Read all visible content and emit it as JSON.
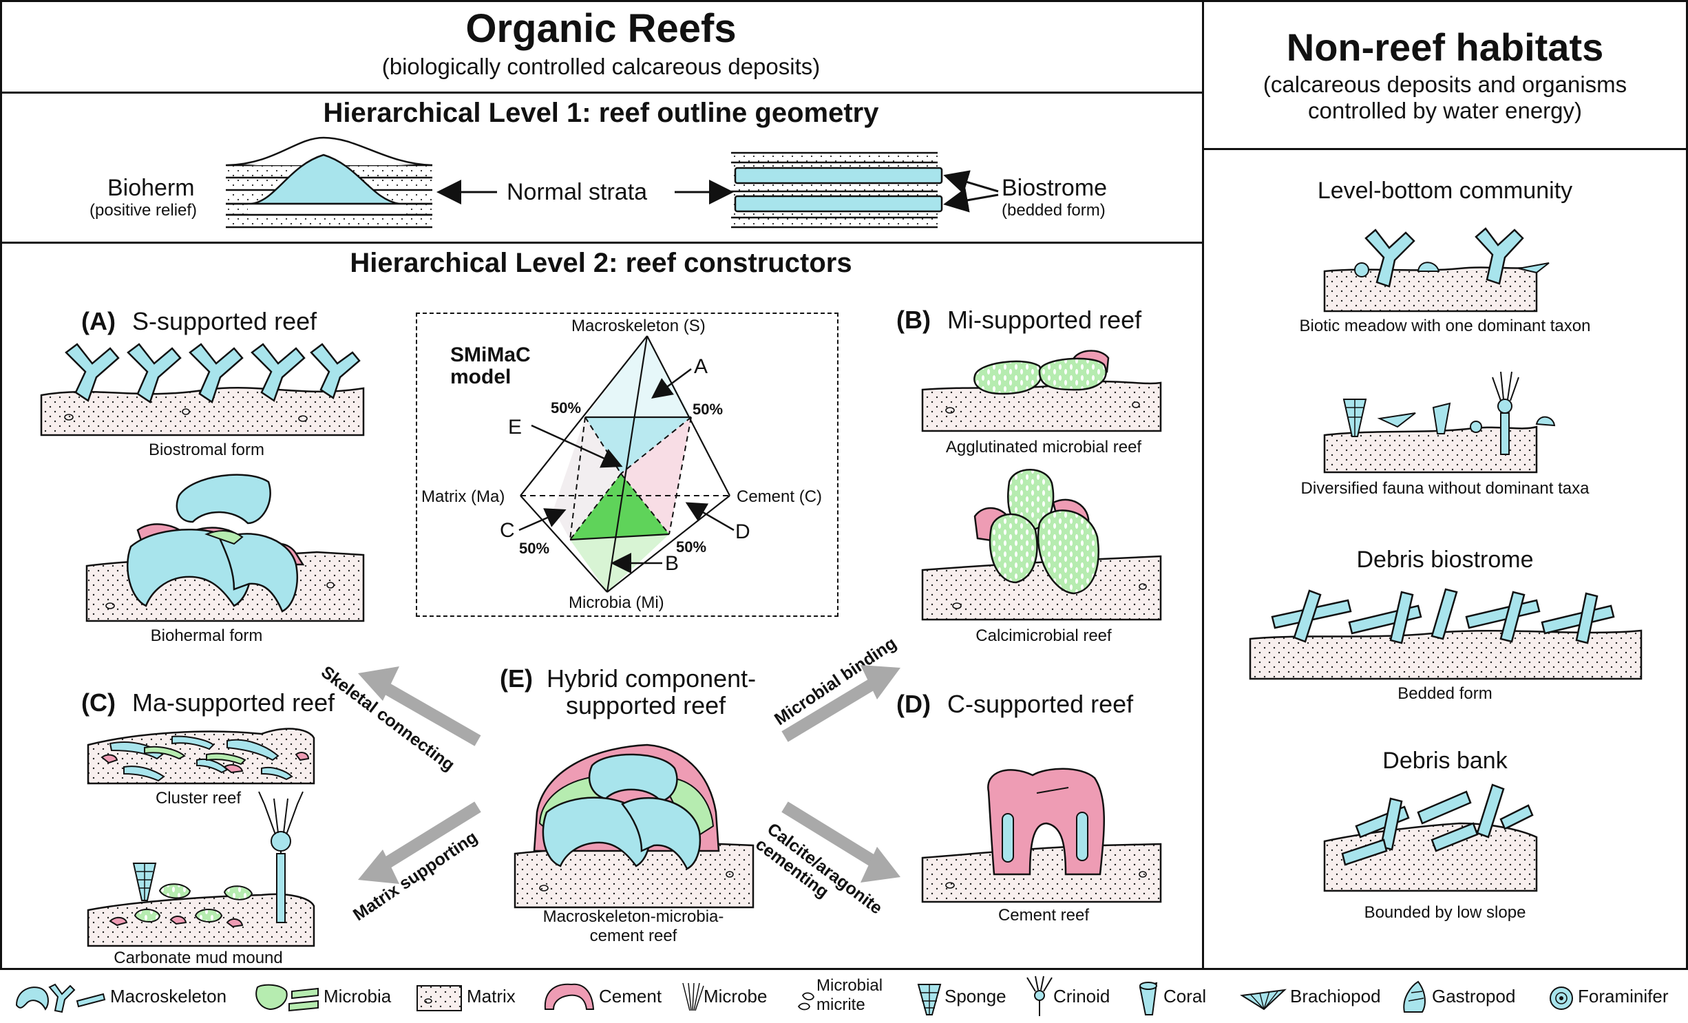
{
  "left_panel": {
    "title": "Organic Reefs",
    "subtitle": "(biologically controlled calcareous deposits)"
  },
  "level1": {
    "heading": "Hierarchical Level 1: reef outline geometry",
    "bioherm": "Bioherm",
    "bioherm_note": "(positive relief)",
    "normal_strata": "Normal strata",
    "biostrome": "Biostrome",
    "biostrome_note": "(bedded form)"
  },
  "level2": {
    "heading": "Hierarchical Level 2: reef constructors",
    "A": {
      "letter": "(A)",
      "title": "S-supported reef",
      "cap1": "Biostromal form",
      "cap2": "Biohermal form"
    },
    "B": {
      "letter": "(B)",
      "title": "Mi-supported reef",
      "cap1": "Agglutinated microbial reef",
      "cap2": "Calcimicrobial reef"
    },
    "C": {
      "letter": "(C)",
      "title": "Ma-supported reef",
      "cap1": "Cluster reef",
      "cap2": "Carbonate mud mound"
    },
    "D": {
      "letter": "(D)",
      "title": "C-supported reef",
      "cap1": "Cement reef"
    },
    "E": {
      "letter": "(E)",
      "title_line1": "Hybrid component-",
      "title_line2": "supported reef",
      "cap_line1": "Macroskeleton-microbia-",
      "cap_line2": "cement reef"
    },
    "arrows": {
      "skeletal": "Skeletal connecting",
      "microbial": "Microbial binding",
      "matrix": "Matrix supporting",
      "cement_line1": "Calcite/aragonite",
      "cement_line2": "cementing"
    }
  },
  "smimac": {
    "title_line1": "SMiMaC",
    "title_line2": "model",
    "apex_top": "Macroskeleton (S)",
    "apex_left": "Matrix (Ma)",
    "apex_right": "Cement (C)",
    "apex_bottom": "Microbia (Mi)",
    "pct": "50%",
    "labels": [
      "A",
      "B",
      "C",
      "D",
      "E"
    ]
  },
  "right_panel": {
    "title": "Non-reef habitats",
    "subtitle_line1": "(calcareous deposits and organisms",
    "subtitle_line2": "controlled by water energy)",
    "s1_title": "Level-bottom community",
    "s1_cap1": "Biotic meadow with one dominant taxon",
    "s1_cap2": "Diversified fauna without dominant taxa",
    "s2_title": "Debris biostrome",
    "s2_cap": "Bedded form",
    "s3_title": "Debris bank",
    "s3_cap": "Bounded by low slope"
  },
  "legend": [
    {
      "icon": "macroskeleton-icon",
      "label": "Macroskeleton"
    },
    {
      "icon": "microbia-icon",
      "label": "Microbia"
    },
    {
      "icon": "matrix-icon",
      "label": "Matrix"
    },
    {
      "icon": "cement-icon",
      "label": "Cement"
    },
    {
      "icon": "microbe-icon",
      "label": "Microbe"
    },
    {
      "icon": "microbial-micrite-icon",
      "label_line1": "Microbial",
      "label_line2": "micrite"
    },
    {
      "icon": "sponge-icon",
      "label": "Sponge"
    },
    {
      "icon": "crinoid-icon",
      "label": "Crinoid"
    },
    {
      "icon": "coral-icon",
      "label": "Coral"
    },
    {
      "icon": "brachiopod-icon",
      "label": "Brachiopod"
    },
    {
      "icon": "gastropod-icon",
      "label": "Gastropod"
    },
    {
      "icon": "foraminifer-icon",
      "label": "Foraminifer"
    }
  ],
  "colors": {
    "macroskeleton": "#a8e4ec",
    "microbia": "#b6ecb0",
    "cement": "#ee9cb4",
    "matrix": "#f8efee",
    "arrow": "#a9a9a9",
    "tetra_green": "#5fd35a"
  }
}
